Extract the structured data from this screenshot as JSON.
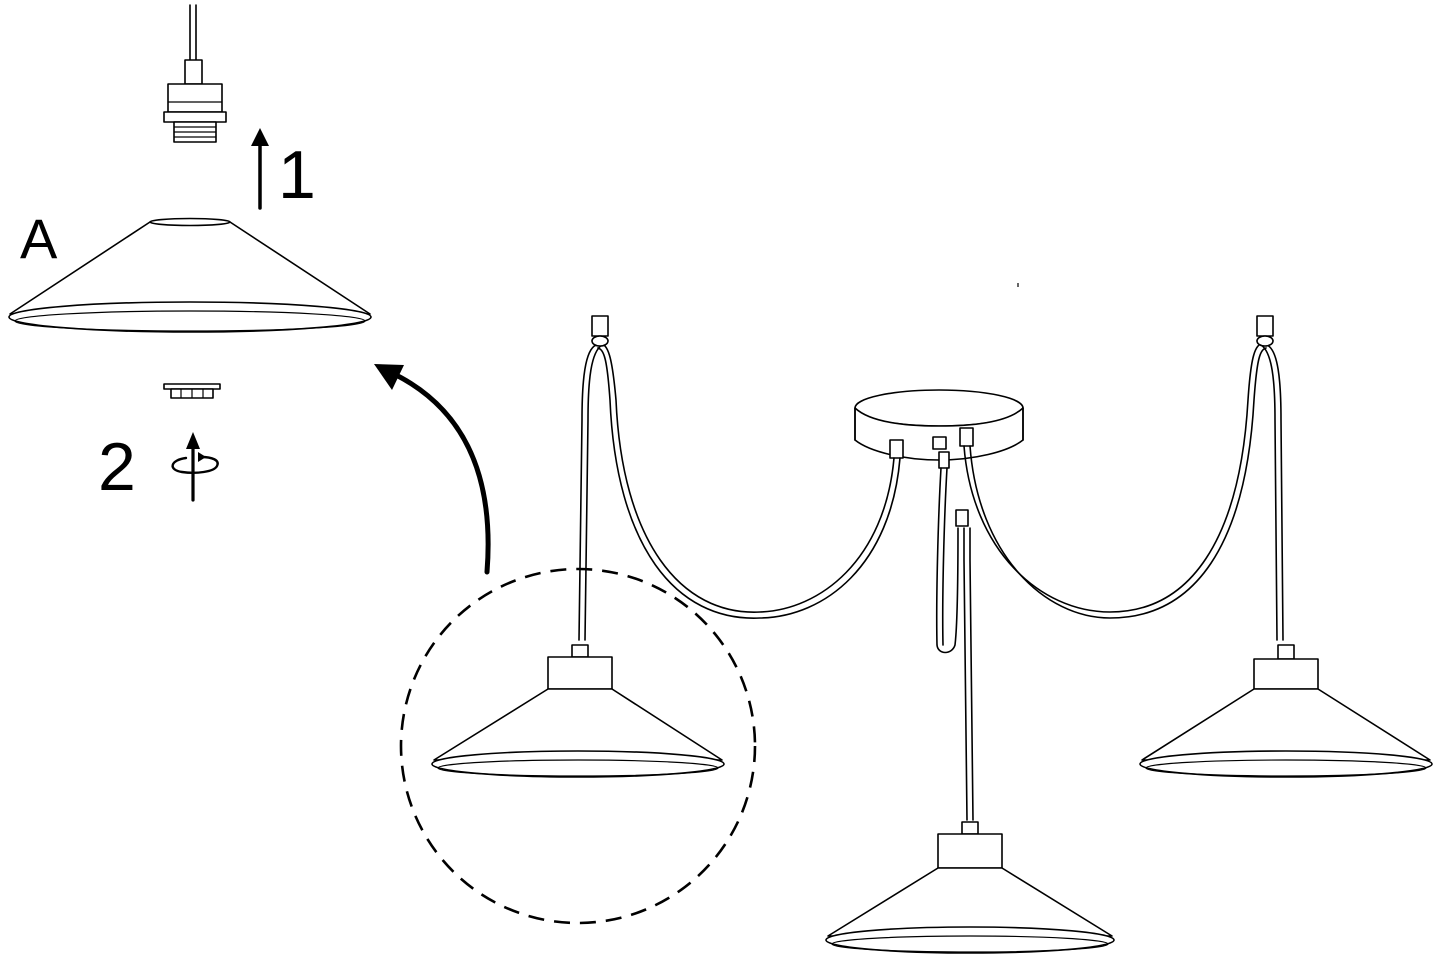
{
  "diagram": {
    "labels": {
      "part_a": "A",
      "step_1": "1",
      "step_2": "2"
    },
    "icons": {
      "step_1_icon": "arrow-up-icon",
      "step_2_icon": "rotate-unscrew-icon",
      "move_arrow_icon": "curved-arrow-icon"
    },
    "colors": {
      "ink": "#000000",
      "background": "#ffffff"
    }
  }
}
